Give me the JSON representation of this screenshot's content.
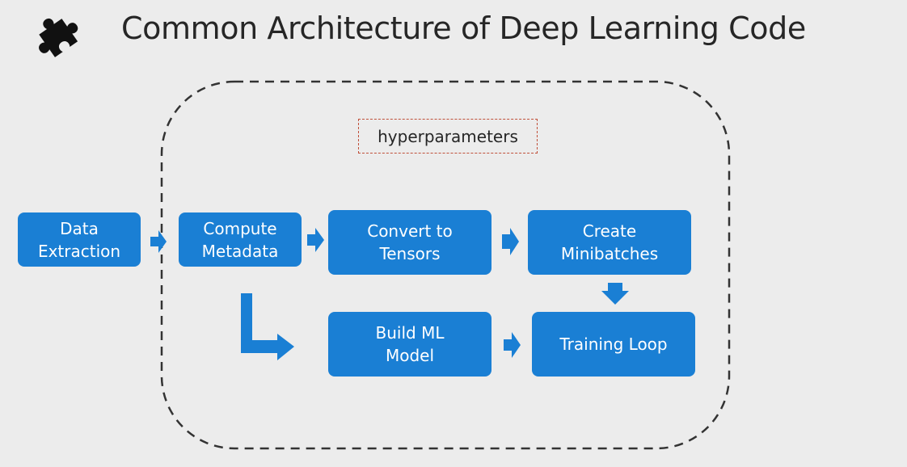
{
  "title": "Common Architecture of Deep Learning Code",
  "hyperparameters_label": "hyperparameters",
  "steps": {
    "data_extraction": "Data\nExtraction",
    "compute_metadata": "Compute\nMetadata",
    "convert_tensors": "Convert to\nTensors",
    "create_minibatches": "Create\nMinibatches",
    "build_model": "Build ML\nModel",
    "training_loop": "Training Loop"
  },
  "icons": {
    "title_icon": "puzzle-piece-icon"
  },
  "colors": {
    "step_fill": "#1a7fd4",
    "arrow_fill": "#1a7fd4",
    "background": "#ececec",
    "hyperparameters_border": "#c0503a",
    "boundary_stroke": "#333333"
  }
}
